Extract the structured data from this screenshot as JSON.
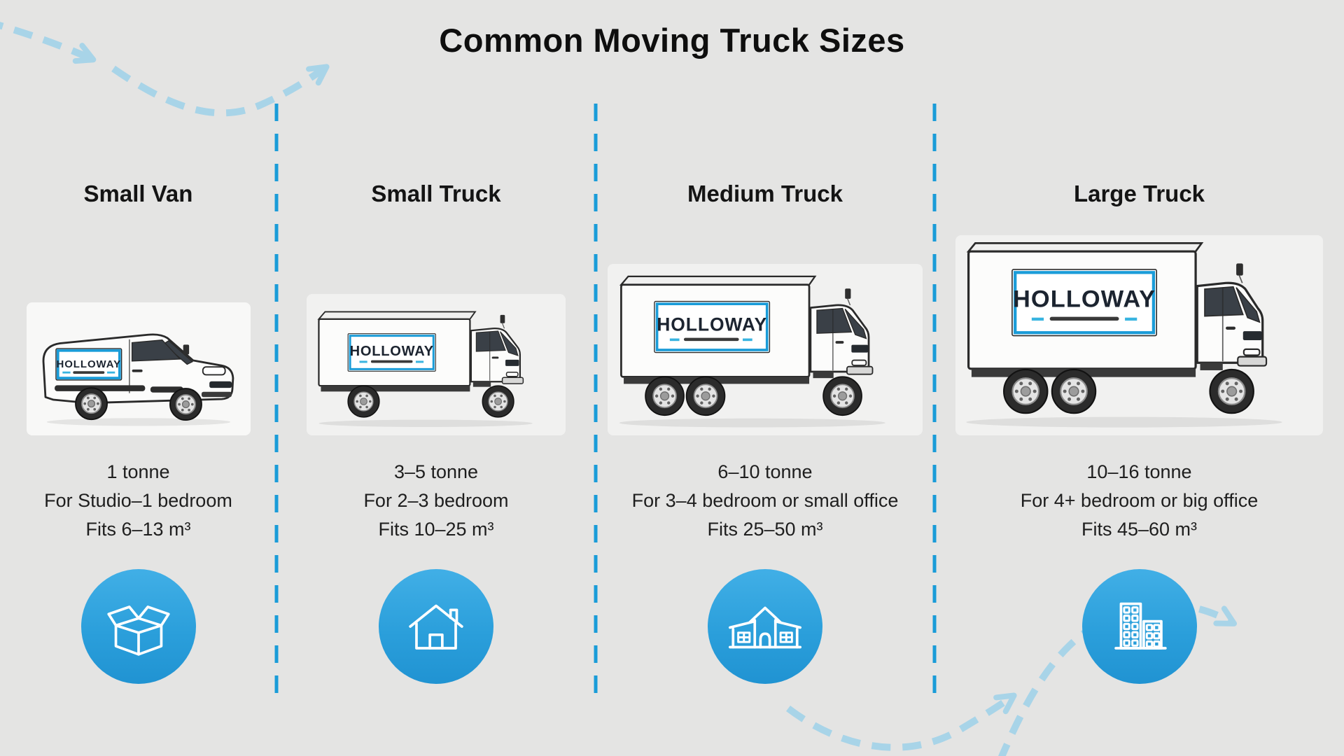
{
  "title": "Common Moving Truck Sizes",
  "brand": {
    "name": "HOLLOWAY"
  },
  "colors": {
    "background": "#e4e4e3",
    "divider_blue": "#1a9cd8",
    "arrow_light_blue": "#a8d4e8",
    "icon_circle_blue_top": "#41afe6",
    "icon_circle_blue_bottom": "#2093d2",
    "logo_border_blue": "#1a9cd8"
  },
  "columns": [
    {
      "title": "Small Van",
      "tonnage": "1 tonne",
      "capacity": "For Studio–1 bedroom",
      "volume": "Fits 6–13 m³",
      "icon": "open-box-icon",
      "vehicle": "small-van"
    },
    {
      "title": "Small Truck",
      "tonnage": "3–5 tonne",
      "capacity": "For 2–3 bedroom",
      "volume": "Fits 10–25 m³",
      "icon": "house-icon",
      "vehicle": "small-box-truck"
    },
    {
      "title": "Medium Truck",
      "tonnage": "6–10 tonne",
      "capacity": "For 3–4 bedroom or small office",
      "volume": "Fits 25–50 m³",
      "icon": "large-house-icon",
      "vehicle": "medium-box-truck"
    },
    {
      "title": "Large Truck",
      "tonnage": "10–16 tonne",
      "capacity": "For 4+ bedroom or big office",
      "volume": "Fits 45–60 m³",
      "icon": "office-buildings-icon",
      "vehicle": "large-box-truck"
    }
  ]
}
